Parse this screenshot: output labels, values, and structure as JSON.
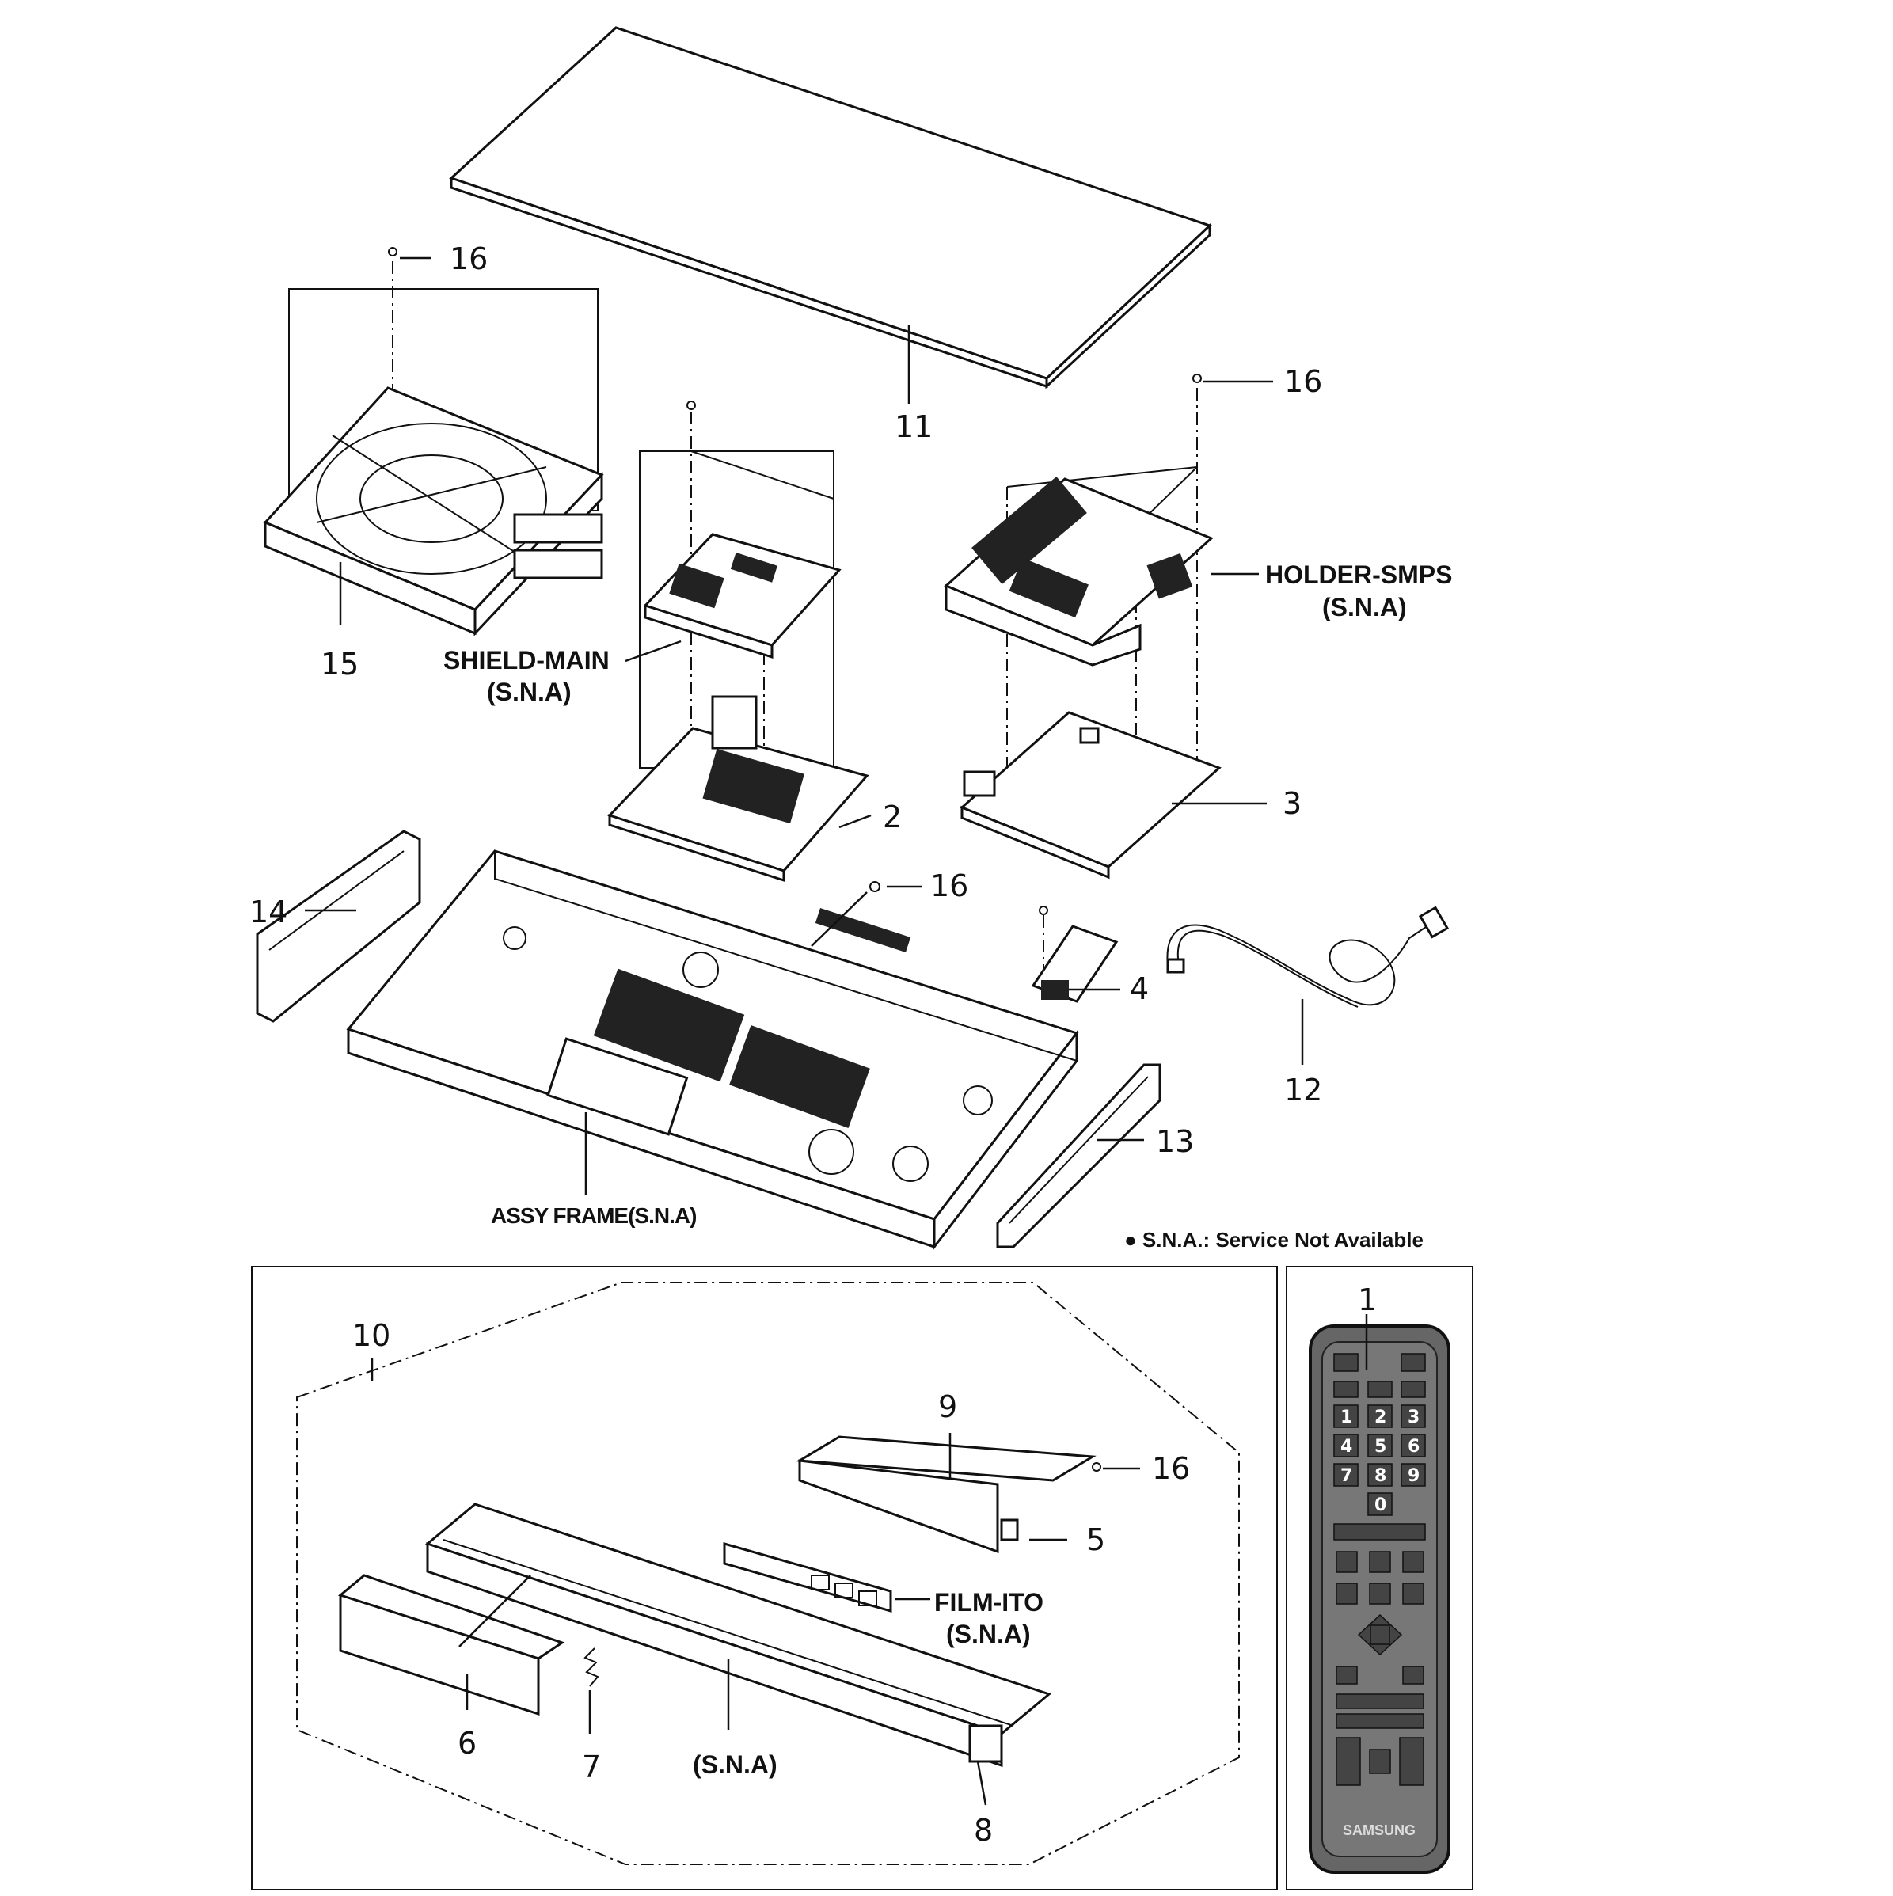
{
  "callouts": {
    "n1": "1",
    "n2": "2",
    "n3": "3",
    "n4": "4",
    "n5": "5",
    "n6": "6",
    "n7": "7",
    "n8": "8",
    "n9": "9",
    "n10": "10",
    "n11": "11",
    "n12": "12",
    "n13": "13",
    "n14": "14",
    "n15": "15",
    "n16": "16"
  },
  "labels": {
    "shield_main": "SHIELD-MAIN",
    "holder_smps": "HOLDER-SMPS",
    "film_ito": "FILM-ITO",
    "sna": "(S.N.A)",
    "assy_frame": "ASSY FRAME(S.N.A)",
    "legend_note": "● S.N.A.: Service Not Available"
  },
  "remote": {
    "brand": "SAMSUNG",
    "keys": [
      "1",
      "2",
      "3",
      "4",
      "5",
      "6",
      "7",
      "8",
      "9",
      "0"
    ]
  }
}
